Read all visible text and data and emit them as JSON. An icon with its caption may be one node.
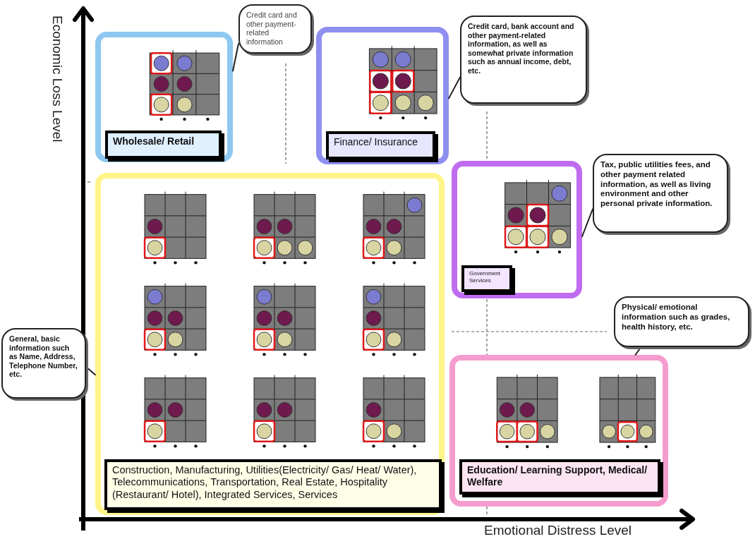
{
  "diagram": {
    "nodes": [
      {
        "text": [
          "Wholesale/ Retail"
        ]
      },
      {
        "text": [
          "Credit card and other payment-related information"
        ]
      },
      {
        "text": [
          "Finance/ Insurance"
        ]
      },
      {
        "text": [
          "Credit card, bank account and other payment-related information, as well as somewhat private information such as annual income, debt, etc."
        ]
      },
      {
        "text": [
          "Government Services"
        ]
      },
      {
        "text": [
          "Tax, public utilities fees, and other payment related information, as well as living environment and other personal private information."
        ]
      },
      {
        "text": [
          "Construction, Manufacturing, Utilities(Electricity/ Gas/ Heat/ Water), Telecommunications, Transportation, Real Estate, Hospitality (Restaurant/ Hotel), Integrated Services, Services"
        ]
      },
      {
        "text": [
          "General, basic information such as Name, Address, Telephone Number, etc."
        ]
      },
      {
        "text": [
          "Education/ Learning Support, Medical/ Welfare"
        ]
      },
      {
        "text": [
          "Physical/ emotional information such as grades, health history, etc."
        ]
      }
    ],
    "edges": [
      {
        "from": 1,
        "to": 0,
        "arrow": "none"
      },
      {
        "from": 3,
        "to": 2,
        "arrow": "none"
      },
      {
        "from": 5,
        "to": 4,
        "arrow": "none"
      },
      {
        "from": 7,
        "to": 6,
        "arrow": "none"
      },
      {
        "from": 9,
        "to": 8,
        "arrow": "none"
      }
    ],
    "labels": [
      "Economic Loss Level",
      "Emotional Distress Level"
    ]
  }
}
